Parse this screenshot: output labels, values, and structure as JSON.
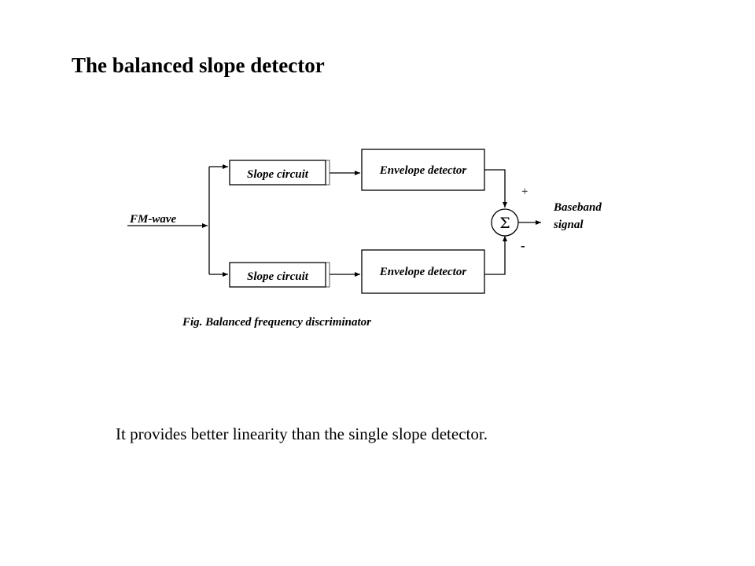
{
  "slide": {
    "title": "The balanced slope detector",
    "body_text": "It provides better linearity than the single slope detector."
  },
  "diagram": {
    "input_label": "FM-wave",
    "upper_branch": {
      "slope_label": "Slope circuit",
      "envelope_label": "Envelope detector",
      "sign": "+"
    },
    "lower_branch": {
      "slope_label": "Slope circuit",
      "envelope_label": "Envelope detector",
      "sign": "-"
    },
    "summer_symbol": "Σ",
    "output_label_line1": "Baseband",
    "output_label_line2": "signal",
    "caption": "Fig. Balanced frequency discriminator"
  }
}
